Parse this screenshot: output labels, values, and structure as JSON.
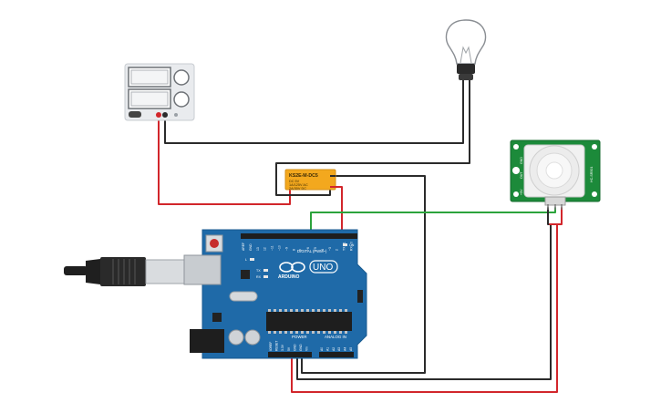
{
  "relay": {
    "part": "KS2E-M-DC5",
    "spec_lines": [
      "DC 5V",
      "1A/125V AC",
      "2A/30V DC"
    ]
  },
  "arduino": {
    "logo_text": "ARDUINO",
    "model": "UNO",
    "digital_label": "DIGITAL (PWM~)",
    "power_label": "POWER",
    "analog_label": "ANALOG IN",
    "on_label": "ON",
    "led_labels": [
      "L",
      "TX",
      "RX"
    ],
    "digital_pins": [
      "AREF",
      "GND",
      "13",
      "12",
      "~11",
      "~10",
      "~9",
      "8",
      "7",
      "~6",
      "~5",
      "4",
      "~3",
      "2",
      "TX→1",
      "RX←0"
    ],
    "power_pins": [
      "IOREF",
      "RESET",
      "3.3V",
      "5V",
      "GND",
      "GND",
      "Vin"
    ],
    "analog_pins": [
      "A0",
      "A1",
      "A2",
      "A3",
      "A4",
      "A5"
    ]
  },
  "pir": {
    "pin_labels": [
      "+5V",
      "OUT",
      "GND"
    ],
    "side_label": "HC-SR501"
  },
  "colors": {
    "wire_red": "#d2262b",
    "wire_black": "#2b2b2b",
    "wire_green": "#2ca33c",
    "board_blue": "#1f6aa8",
    "relay_body": "#f3a81e",
    "pir_green": "#1c8a3a"
  }
}
